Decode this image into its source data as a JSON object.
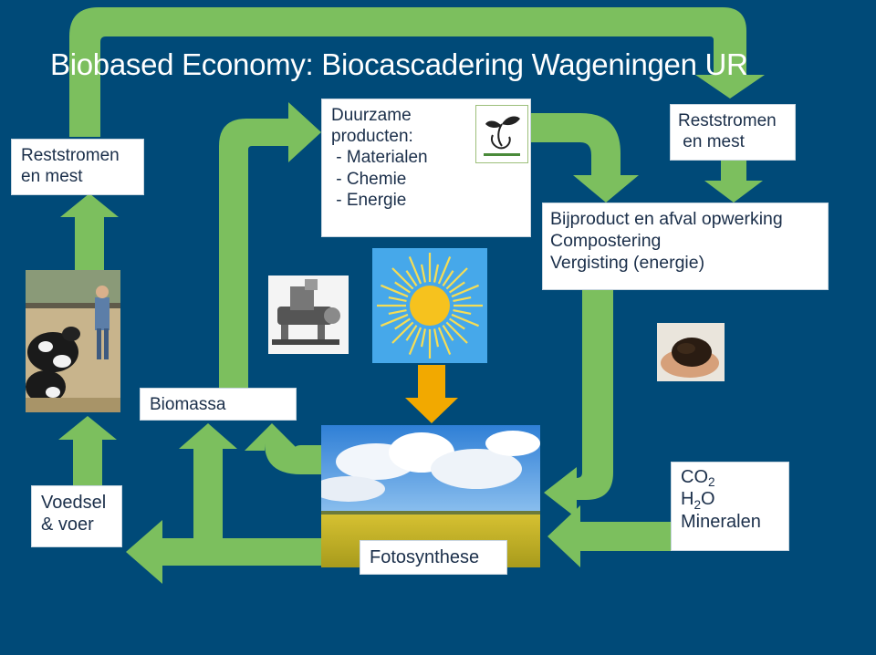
{
  "title": "Biobased Economy: Biocascadering Wageningen UR",
  "boxes": {
    "reststromen_left": [
      "Reststromen",
      "en mest"
    ],
    "reststromen_right": [
      "Reststromen",
      " en mest"
    ],
    "duurzame": [
      "Duurzame",
      "producten:",
      " - Materialen",
      " - Chemie",
      " - Energie"
    ],
    "bijproduct": [
      "Bijproduct en afval opwerking",
      "Compostering",
      "Vergisting (energie)"
    ],
    "biomassa": "Biomassa",
    "voedsel": [
      "Voedsel",
      "& voer"
    ],
    "fotosynthese": "Fotosynthese",
    "co2": {
      "co": "CO",
      "co_sub": "2",
      "h": "H",
      "h_sub": "2",
      "o": "O",
      "mineralen": "Mineralen"
    }
  },
  "images": {
    "cows": "photo-cows-farmer",
    "extruder": "photo-extruder-machine",
    "sun": "sun-illustration",
    "soil": "photo-compost-in-hands",
    "field": "photo-field-sky",
    "logo": "seedling-logo"
  },
  "colors": {
    "background": "#004a78",
    "arrow": "#7cbf5e",
    "sun_arrow": "#f2a900",
    "box_text": "#1b2f4a"
  }
}
